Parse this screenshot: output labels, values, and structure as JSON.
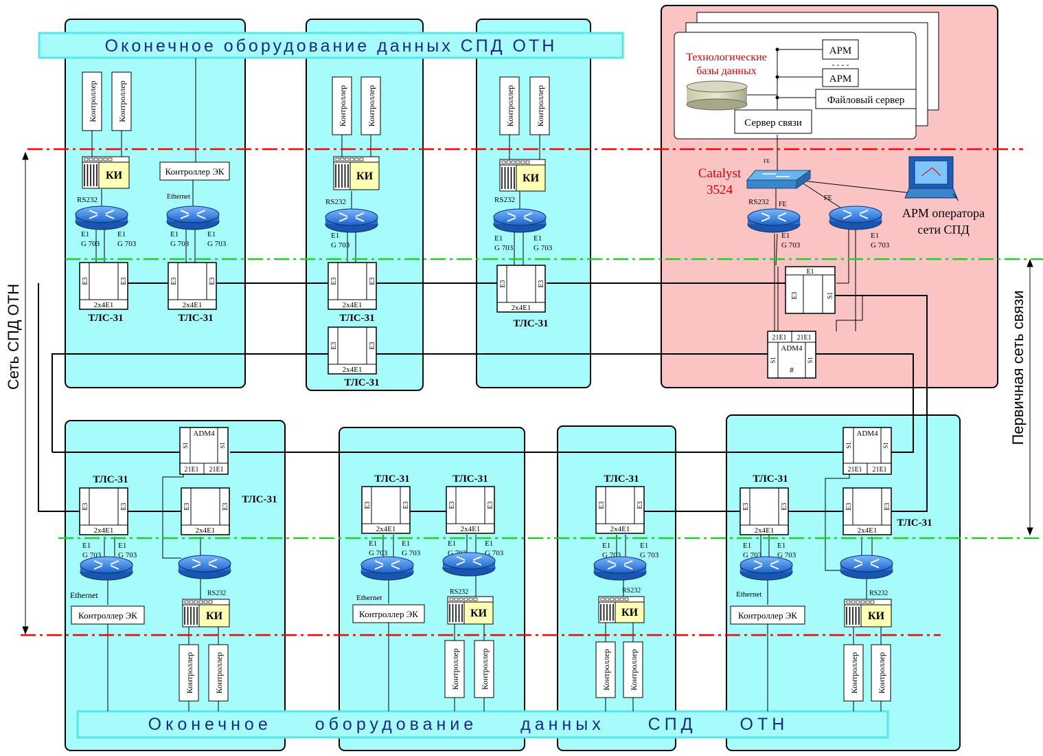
{
  "banner_top": "Оконечное оборудование данных СПД ОТН",
  "banner_bottom": "Оконечное оборудование данных СПД ОТН",
  "side_left": "Сеть СПД ОТН",
  "side_right": "Первичная сеть связи",
  "labels": {
    "controller": "Контроллер",
    "ki": "КИ",
    "ec_controller": "Контроллер ЭК",
    "tls": "ТЛС-31",
    "e3": "Е3",
    "e1": "E1",
    "g703": "G 703",
    "rs232": "RS232",
    "ethernet_top": "Ethernet",
    "ethernet": "Ethernet",
    "bus": "2x4E1",
    "adm4": "ADM4",
    "port_21e1": "21E1",
    "port_s1": "S1",
    "hash": "#",
    "fe": "FE"
  },
  "server_room": {
    "db_title": "Технологические базы данных",
    "arm1": "АРМ",
    "arm_dots": "- - - -",
    "arm2": "АРМ",
    "file_server": "Файловый сервер",
    "comm_server": "Сервер связи",
    "catalyst": "Catalyst",
    "catalyst_model": "3524",
    "operator_l1": "АРМ оператора",
    "operator_l2": "сети СПД"
  },
  "colors": {
    "cabinet": "#a6fbfb",
    "server_bg": "#fbc4c4",
    "router": "#3f8ee6",
    "ki_panel": "#ffffb5",
    "red_line": "#ff0000",
    "green_line": "#22cc22",
    "catalyst_text": "#e00000",
    "banner_text": "#1a2a8c"
  }
}
